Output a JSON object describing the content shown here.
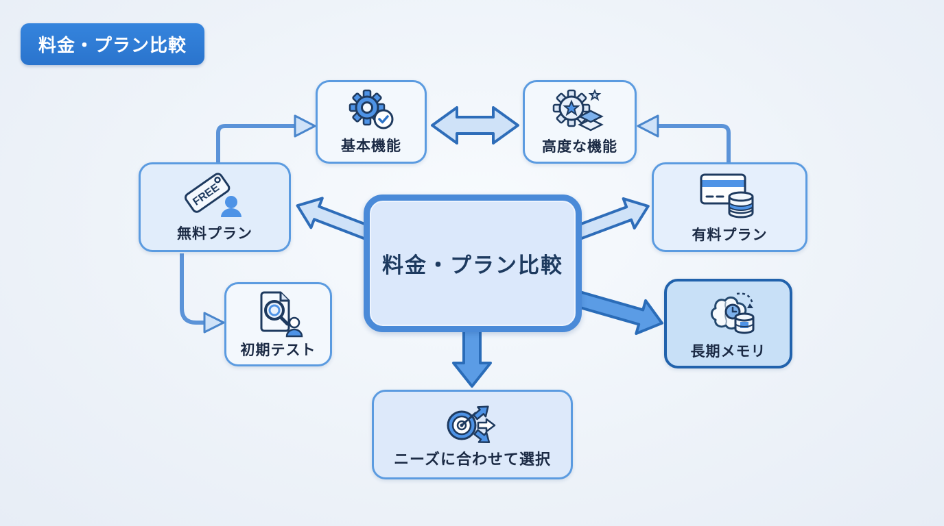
{
  "badge": {
    "label": "料金・プラン比較"
  },
  "center": {
    "label": "料金・プラン比較"
  },
  "nodes": {
    "basic": {
      "label": "基本機能",
      "icon": "gear-check-icon"
    },
    "advanced": {
      "label": "高度な機能",
      "icon": "gear-star-layers-icon"
    },
    "free": {
      "label": "無料プラン",
      "icon": "free-tag-user-icon",
      "tag_text": "FREE"
    },
    "paid": {
      "label": "有料プラン",
      "icon": "credit-card-coins-icon"
    },
    "initial": {
      "label": "初期テスト",
      "icon": "document-magnifier-user-icon"
    },
    "memory": {
      "label": "長期メモリ",
      "icon": "brain-clock-database-icon"
    },
    "needs": {
      "label": "ニーズに合わせて選択",
      "icon": "target-arrows-icon"
    }
  },
  "edges": [
    {
      "from": "free",
      "to": "basic",
      "type": "elbow-open-arrow"
    },
    {
      "from": "paid",
      "to": "advanced",
      "type": "elbow-open-arrow"
    },
    {
      "from": "basic",
      "to": "advanced",
      "type": "double-block-arrow"
    },
    {
      "from": "center",
      "to": "free",
      "type": "light-block-arrow"
    },
    {
      "from": "center",
      "to": "paid",
      "type": "light-block-arrow"
    },
    {
      "from": "center",
      "to": "memory",
      "type": "solid-block-arrow"
    },
    {
      "from": "center",
      "to": "needs",
      "type": "solid-block-arrow"
    },
    {
      "from": "free",
      "to": "initial",
      "type": "elbow-open-arrow"
    }
  ],
  "colors": {
    "background": "#eef3f9",
    "badge_bg": "#2e7cd6",
    "node_border": "#5b9be0",
    "memory_border": "#2162ac",
    "center_border": "#4a8ad8",
    "text": "#1b2a44",
    "arrow_light_fill": "#cfe2f8",
    "arrow_solid_fill": "#5b9ce5",
    "arrow_stroke": "#2e6db9",
    "icon_blue": "#4e93e6",
    "icon_outline": "#1e3a5f"
  }
}
